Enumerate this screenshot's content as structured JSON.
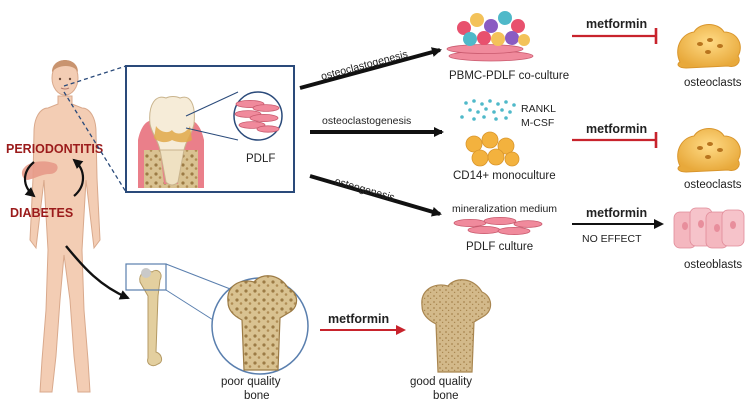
{
  "conditions": {
    "periodontitis": "PERIODONTITIS",
    "diabetes": "DIABETES"
  },
  "inset_label": "PDLF",
  "pathways": [
    {
      "process": "osteoclastogenesis",
      "culture": "PBMC-PDLF co-culture",
      "drug": "metformin",
      "outcome": "osteoclasts",
      "effect": "inhibition"
    },
    {
      "process": "osteoclastogenesis",
      "culture": "CD14+ monoculture",
      "factors": [
        "RANKL",
        "M-CSF"
      ],
      "drug": "metformin",
      "outcome": "osteoclasts",
      "effect": "inhibition"
    },
    {
      "process": "osteogenesis",
      "medium": "mineralization medium",
      "culture": "PDLF culture",
      "drug": "metformin",
      "effect_text": "NO EFFECT",
      "outcome": "osteoblasts",
      "effect": "no effect"
    }
  ],
  "bone": {
    "drug": "metformin",
    "before": [
      "poor quality",
      "bone"
    ],
    "after": [
      "good quality",
      "bone"
    ]
  },
  "colors": {
    "disease_text": "#9b1b1b",
    "inhibition_line": "#c8232c",
    "inset_border": "#2a4a7a",
    "osteoclast": "#f3c25a",
    "osteoblast": "#f4b7bf",
    "pdlf_cell": "#f08a9c",
    "bone_shaft": "#d7bf8e"
  }
}
